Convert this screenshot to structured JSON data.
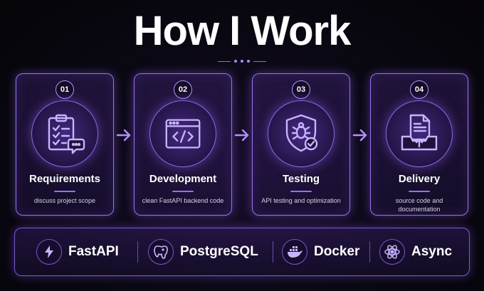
{
  "header": {
    "title": "How I Work"
  },
  "steps": [
    {
      "number": "01",
      "title": "Requirements",
      "desc": "discuss project scope",
      "icon": "clipboard-checklist-icon"
    },
    {
      "number": "02",
      "title": "Development",
      "desc": "clean FastAPI backend code",
      "icon": "code-window-icon"
    },
    {
      "number": "03",
      "title": "Testing",
      "desc": "API testing and optimization",
      "icon": "shield-bug-icon"
    },
    {
      "number": "04",
      "title": "Delivery",
      "desc": "source code and documentation",
      "icon": "document-tray-icon"
    }
  ],
  "tech": [
    {
      "label": "FastAPI",
      "icon": "lightning-icon"
    },
    {
      "label": "PostgreSQL",
      "icon": "elephant-icon"
    },
    {
      "label": "Docker",
      "icon": "whale-icon"
    },
    {
      "label": "Async",
      "icon": "atom-icon"
    }
  ],
  "colors": {
    "accent": "#9a73ef",
    "background": "#0a0812"
  }
}
